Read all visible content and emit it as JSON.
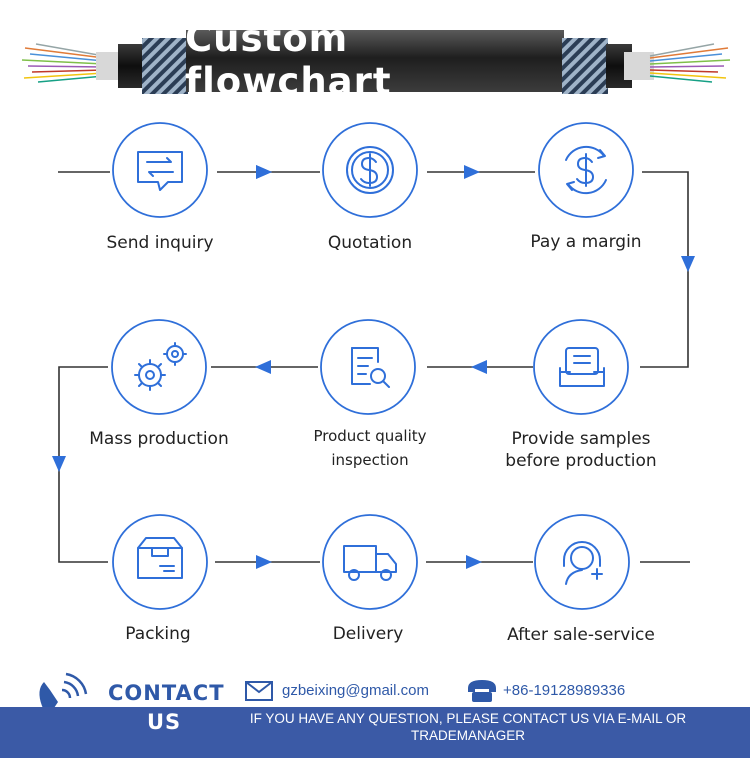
{
  "title": "Custom flowchart",
  "colors": {
    "accent": "#2f6fd9",
    "line": "#333333",
    "contact_blue": "#3b5aa6",
    "text": "#222222"
  },
  "steps": [
    {
      "label": "Send inquiry",
      "icon": "chat-exchange-icon"
    },
    {
      "label": "Quotation",
      "icon": "dollar-coin-icon"
    },
    {
      "label": "Pay a margin",
      "icon": "dollar-refresh-icon"
    },
    {
      "label": "Provide samples before production",
      "icon": "document-tray-icon"
    },
    {
      "label": "Product quality inspection",
      "icon": "document-search-icon"
    },
    {
      "label": "Mass production",
      "icon": "gears-icon"
    },
    {
      "label": "Packing",
      "icon": "box-icon"
    },
    {
      "label": "Delivery",
      "icon": "truck-icon"
    },
    {
      "label": "After sale-service",
      "icon": "support-agent-icon"
    }
  ],
  "contact": {
    "title": "CONTACT",
    "title_us": "US",
    "email": "gzbeixing@gmail.com",
    "phone": "+86-19128989336",
    "note": "IF YOU HAVE ANY QUESTION, PLEASE CONTACT US VIA E-MAIL OR TRADEMANAGER",
    "icons": [
      "phone-signal-icon",
      "email-icon",
      "telephone-icon"
    ]
  }
}
